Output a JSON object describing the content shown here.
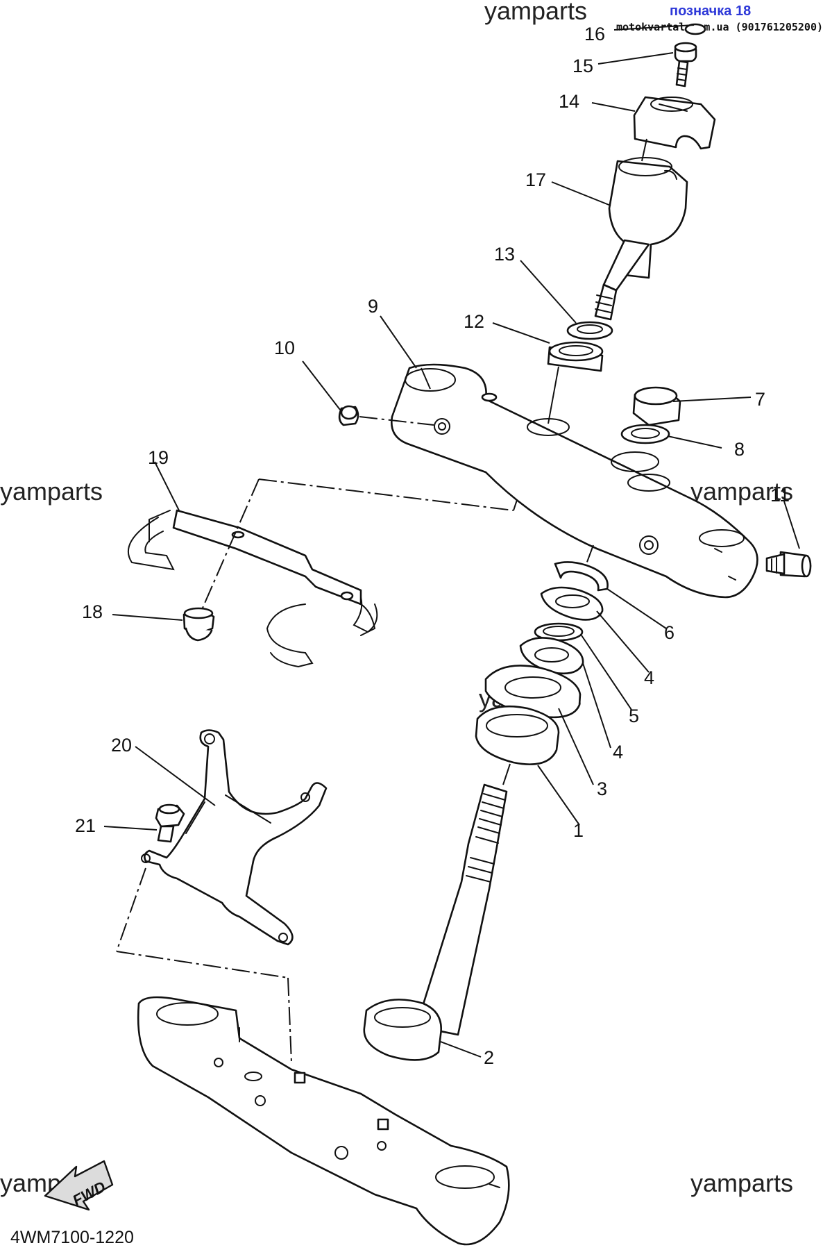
{
  "badge": {
    "label": "позначка 18",
    "site": "motokvartal.com.ua (901761205200)"
  },
  "watermarks": [
    "yamparts",
    "yamparts",
    "yamparts",
    "yamparts",
    "yamparts",
    "yamparts"
  ],
  "diagram_code": "4WM7100-1220",
  "fwd_label": "FWD",
  "callouts": [
    "1",
    "2",
    "3",
    "4",
    "4",
    "5",
    "6",
    "7",
    "8",
    "9",
    "10",
    "11",
    "12",
    "13",
    "14",
    "15",
    "16",
    "17",
    "18",
    "19",
    "20",
    "21"
  ],
  "colors": {
    "line": "#111111",
    "badge": "#2d38d8",
    "background": "#ffffff",
    "fill": "#dcdcdc"
  }
}
